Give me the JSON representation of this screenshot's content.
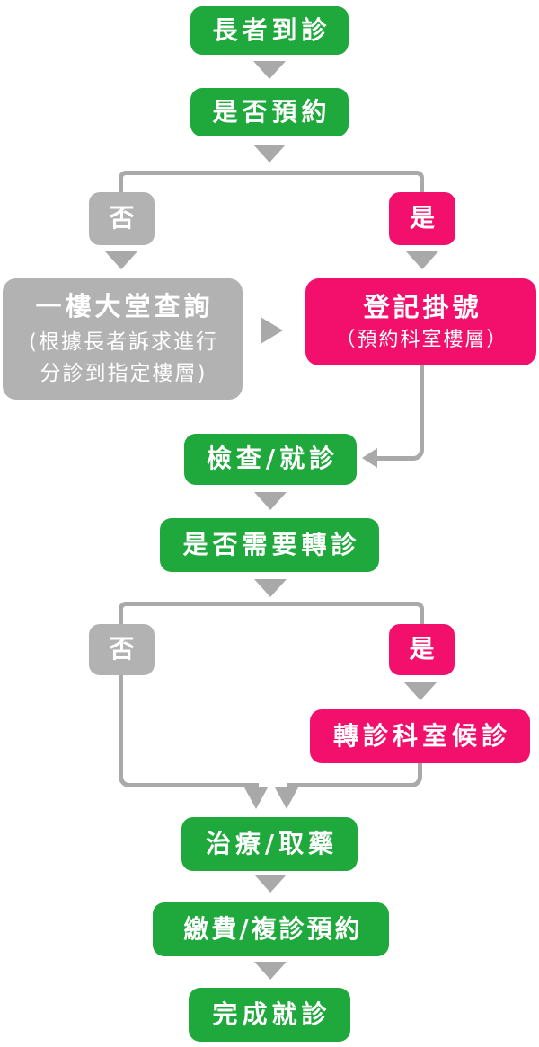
{
  "colors": {
    "green": "#1fa83c",
    "pink": "#f3106c",
    "graybox": "#b2b2b2",
    "connector": "#a9a9a9",
    "textwhite": "#ffffff"
  },
  "nodes": {
    "arrive": {
      "label": "長者到診"
    },
    "booking_question": {
      "label": "是否預約"
    },
    "branch1_no": {
      "label": "否"
    },
    "branch1_yes": {
      "label": "是"
    },
    "lobby": {
      "title": "一樓大堂查詢",
      "subtitle_line1": "(根據長者訴求進行",
      "subtitle_line2": "分診到指定樓層)"
    },
    "register": {
      "title": "登記掛號",
      "subtitle": "（預約科室樓層）"
    },
    "exam": {
      "label": "檢查/就診"
    },
    "referral_question": {
      "label": "是否需要轉診"
    },
    "branch2_no": {
      "label": "否"
    },
    "branch2_yes": {
      "label": "是"
    },
    "referral_wait": {
      "label": "轉診科室候診"
    },
    "treatment": {
      "label": "治療/取藥"
    },
    "payment": {
      "label": "繳費/複診預約"
    },
    "complete": {
      "label": "完成就診"
    }
  }
}
